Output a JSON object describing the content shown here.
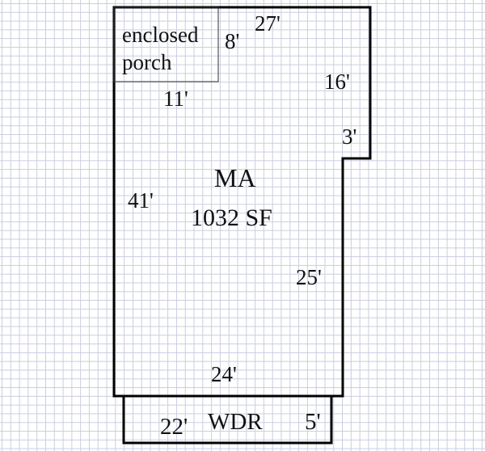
{
  "main_area": {
    "label": "MA",
    "area": "1032 SF"
  },
  "porch": {
    "line1": "enclosed",
    "line2": "porch"
  },
  "dimensions": {
    "top": "27'",
    "porch_side": "8'",
    "porch_bottom": "11'",
    "right_upper": "16'",
    "notch": "3'",
    "left": "41'",
    "right_lower": "25'",
    "bottom": "24'"
  },
  "wdr": {
    "label": "WDR",
    "length": "22'",
    "depth": "5'"
  },
  "colors": {
    "lines": "#000000",
    "grid": "#c9cde0"
  }
}
